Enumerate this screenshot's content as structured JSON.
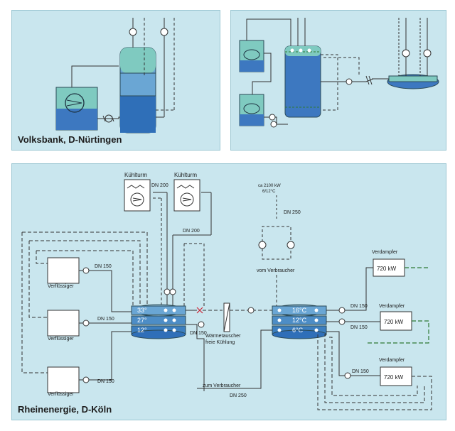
{
  "captions": {
    "top_left": "Volksbank, D-Nürtingen",
    "bottom": "Rheinenergie, D-Köln"
  },
  "labels": {
    "kuehlturm": "Kühlturm",
    "verfluessiger": "Verflüssiger",
    "verdampfer": "Verdampfer",
    "power": "720 kW",
    "dn150": "DN 150",
    "dn200": "DN 200",
    "dn250": "DN 250",
    "capacity_line1": "ca 2100 kW",
    "capacity_line2": "6/12°C",
    "vom_verbraucher": "vom Verbraucher",
    "zum_verbraucher": "zum Verbraucher",
    "hx_line1": "Wärmetauscher",
    "hx_line2": "freie Kühlung"
  },
  "tank_left_temps": [
    "33°",
    "27°",
    "12°"
  ],
  "tank_right_temps": [
    "16°C",
    "12°C",
    "6°C"
  ],
  "colors": {
    "panel": "#c9e6ee",
    "tank_dark": "#3d7fbf",
    "tank_mid": "#6aa6d4",
    "tank_light": "#9ccbe4",
    "green": "#2f7a35",
    "teal_box": "#74c4b8"
  }
}
